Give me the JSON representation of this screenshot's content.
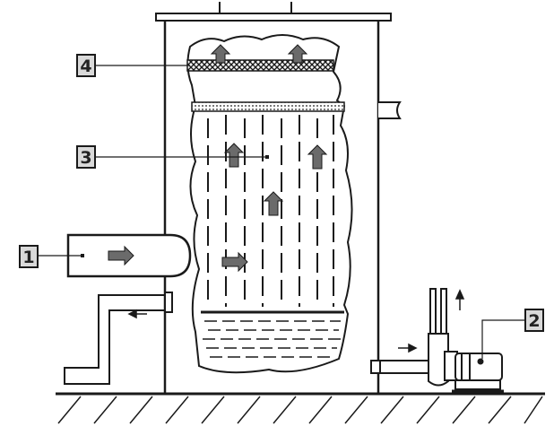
{
  "colors": {
    "ink": "#1a1a1a",
    "arrow_fill": "#6b6b6b",
    "label_box": "#d9d9d9",
    "background": "#ffffff"
  },
  "callouts": [
    {
      "id": "inlet",
      "label": "1"
    },
    {
      "id": "pump",
      "label": "2"
    },
    {
      "id": "packing",
      "label": "3"
    },
    {
      "id": "mesh",
      "label": "4"
    }
  ]
}
